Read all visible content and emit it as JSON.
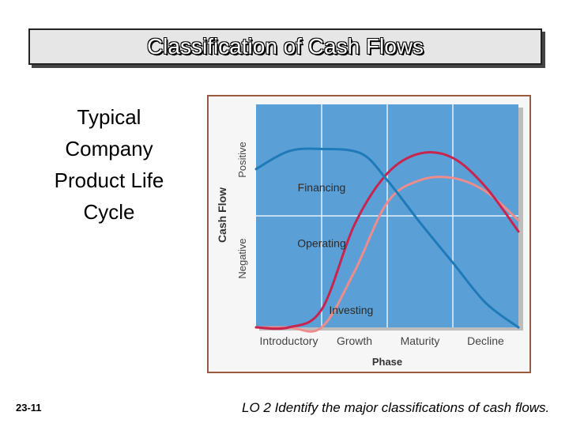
{
  "slide": {
    "title": "Classification of Cash Flows",
    "subtitle_lines": [
      "Typical",
      "Company",
      "Product Life",
      "Cycle"
    ],
    "slide_number": "23-11",
    "footer": "LO 2  Identify the major classifications of cash flows."
  },
  "colors": {
    "financing": "#1f7bb8",
    "operating": "#c8244e",
    "investing": "#ee8c8c",
    "plot_bg": "#5a9fd6",
    "frame_border": "#9b5a3c"
  },
  "chart_data": {
    "type": "line",
    "title": "",
    "xlabel": "Phase",
    "ylabel": "Cash Flow",
    "y_region_labels": [
      "Positive",
      "Negative"
    ],
    "categories": [
      "Introductory",
      "Growth",
      "Maturity",
      "Decline"
    ],
    "xlim": [
      0,
      4
    ],
    "ylim": [
      -1,
      1
    ],
    "grid": true,
    "legend": "inline labels",
    "series": [
      {
        "name": "Financing",
        "x": [
          0,
          0.5,
          1,
          1.6,
          2,
          2.5,
          3,
          3.5,
          4
        ],
        "y": [
          0.42,
          0.58,
          0.6,
          0.56,
          0.32,
          -0.06,
          -0.42,
          -0.78,
          -1.14
        ]
      },
      {
        "name": "Operating",
        "x": [
          0,
          0.5,
          1,
          1.5,
          2,
          2.5,
          3,
          3.5,
          4
        ],
        "y": [
          -1.58,
          -1.38,
          -0.84,
          -0.08,
          0.38,
          0.56,
          0.52,
          0.26,
          -0.14
        ]
      },
      {
        "name": "Investing",
        "x": [
          0,
          0.5,
          1,
          1.5,
          2,
          2.5,
          3,
          3.5,
          4
        ],
        "y": [
          -1.58,
          -1.46,
          -1.14,
          -0.5,
          0.12,
          0.32,
          0.34,
          0.22,
          -0.04
        ]
      }
    ]
  }
}
